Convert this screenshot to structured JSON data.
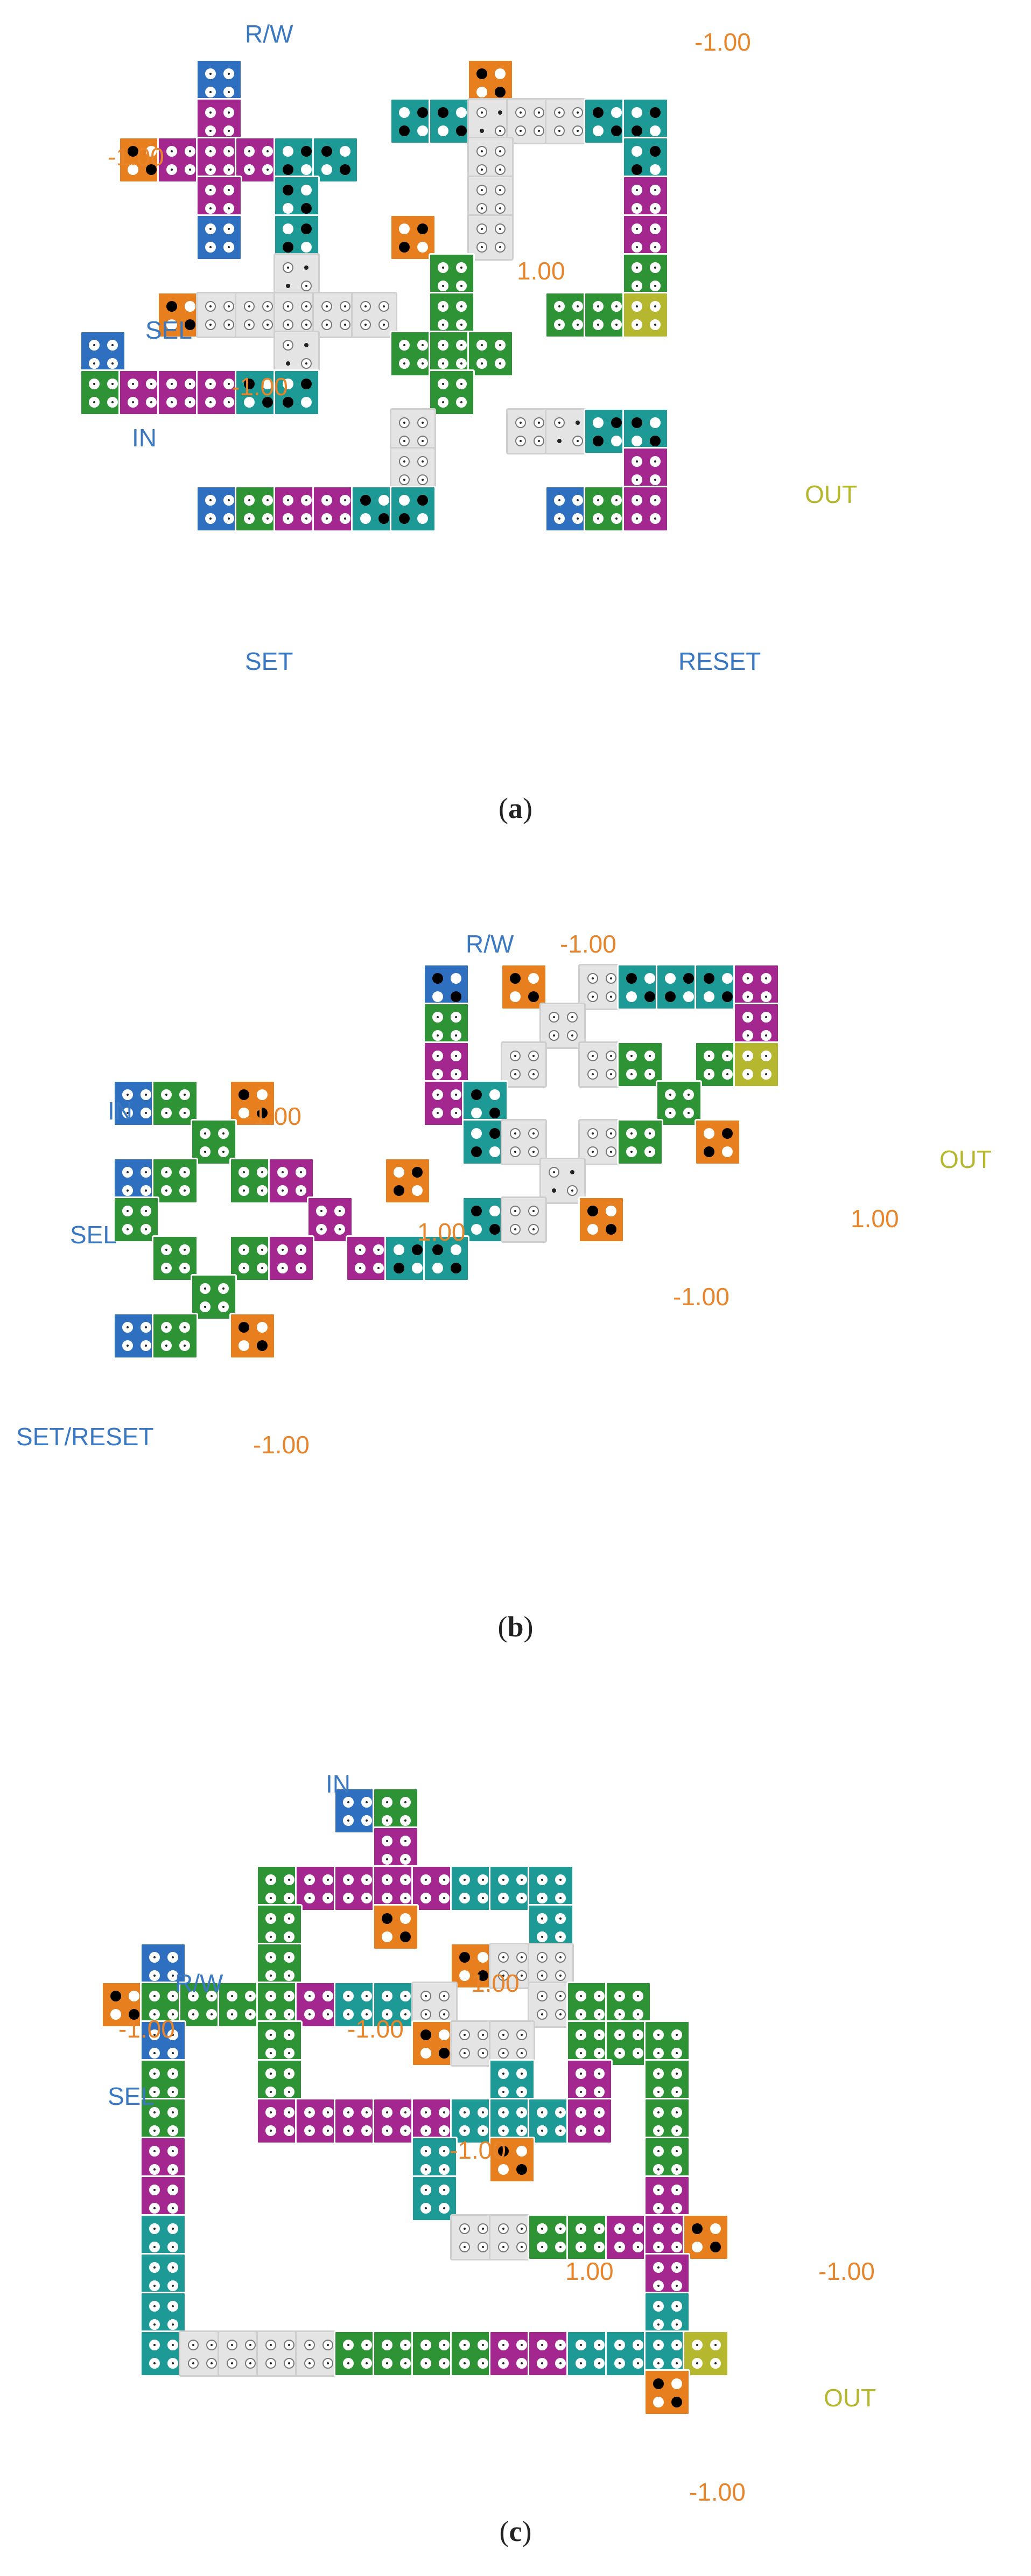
{
  "colors": {
    "blue": "#2f6fbf",
    "purple": "#a3278f",
    "teal": "#1e9a96",
    "green": "#2e9335",
    "orange": "#e87f1e",
    "gray": "#e4e4e4",
    "olive": "#b5b82e",
    "label_blue": "#3a78c2",
    "label_orange": "#e8842a",
    "label_olive": "#b5b82e"
  },
  "panels": [
    {
      "id": "a",
      "caption_open": "(",
      "caption_letter": "a",
      "caption_close": ")",
      "labels": [
        {
          "text": "R/W",
          "color": "label_blue"
        },
        {
          "text": "-1.00",
          "color": "label_orange"
        },
        {
          "text": "-1.00",
          "color": "label_orange"
        },
        {
          "text": "SEL",
          "color": "label_blue"
        },
        {
          "text": "1.00",
          "color": "label_orange"
        },
        {
          "text": "-1.00",
          "color": "label_orange"
        },
        {
          "text": "IN",
          "color": "label_blue"
        },
        {
          "text": "OUT",
          "color": "label_olive"
        },
        {
          "text": "SET",
          "color": "label_blue"
        },
        {
          "text": "RESET",
          "color": "label_blue"
        }
      ]
    },
    {
      "id": "b",
      "caption_open": "(",
      "caption_letter": "b",
      "caption_close": ")",
      "labels": [
        {
          "text": "R/W",
          "color": "label_blue"
        },
        {
          "text": "-1.00",
          "color": "label_orange"
        },
        {
          "text": "IN",
          "color": "label_blue"
        },
        {
          "text": "-1.00",
          "color": "label_orange"
        },
        {
          "text": "OUT",
          "color": "label_olive"
        },
        {
          "text": "1.00",
          "color": "label_orange"
        },
        {
          "text": "SEL",
          "color": "label_blue"
        },
        {
          "text": "1.00",
          "color": "label_orange"
        },
        {
          "text": "-1.00",
          "color": "label_orange"
        },
        {
          "text": "SET/RESET",
          "color": "label_blue"
        },
        {
          "text": "-1.00",
          "color": "label_orange"
        }
      ]
    },
    {
      "id": "c",
      "caption_open": "(",
      "caption_letter": "c",
      "caption_close": ")",
      "labels": [
        {
          "text": "IN",
          "color": "label_blue"
        },
        {
          "text": "R/W",
          "color": "label_blue"
        },
        {
          "text": "1.00",
          "color": "label_orange"
        },
        {
          "text": "-1.00",
          "color": "label_orange"
        },
        {
          "text": "-1.00",
          "color": "label_orange"
        },
        {
          "text": "SEL",
          "color": "label_blue"
        },
        {
          "text": "-1.00",
          "color": "label_orange"
        },
        {
          "text": "1.00",
          "color": "label_orange"
        },
        {
          "text": "-1.00",
          "color": "label_orange"
        },
        {
          "text": "OUT",
          "color": "label_olive"
        },
        {
          "text": "-1.00",
          "color": "label_orange"
        }
      ]
    }
  ]
}
